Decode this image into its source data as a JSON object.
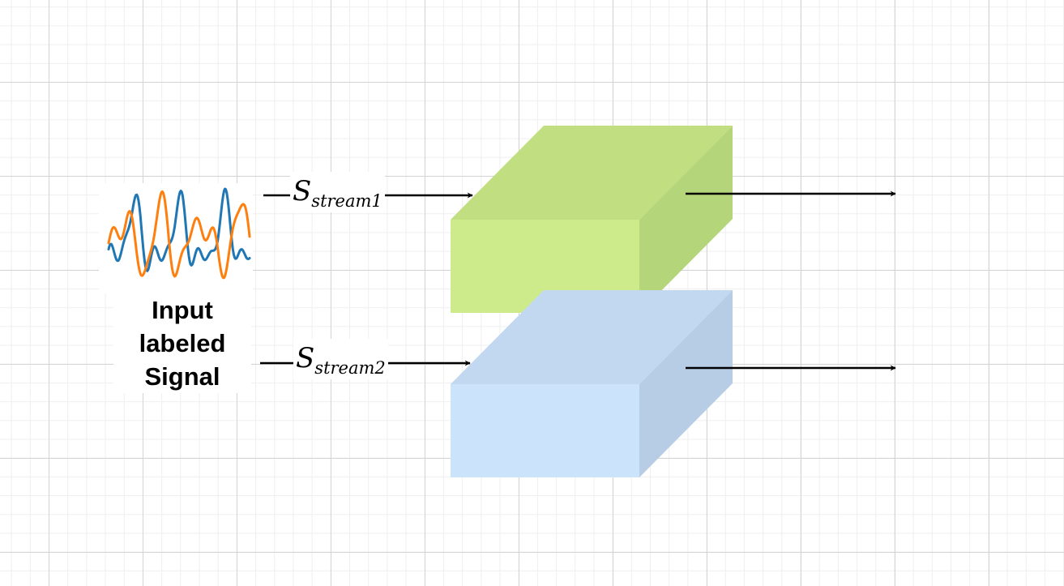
{
  "input": {
    "lines": [
      "Input",
      "labeled",
      "Signal"
    ]
  },
  "streams": [
    {
      "main": "S",
      "sub": "stream1"
    },
    {
      "main": "S",
      "sub": "stream2"
    }
  ],
  "colors": {
    "block1_front": "#cdeb8b",
    "block1_top": "#c1de81",
    "block1_side": "#b5d57b",
    "block2_front": "#cce4fb",
    "block2_top": "#c1d8f0",
    "block2_side": "#b6cde5",
    "signal_blue": "#1f77b4",
    "signal_orange": "#ff7f0e"
  },
  "icons": {
    "signal": "waveform-icon",
    "arrow": "arrow-right-icon"
  }
}
